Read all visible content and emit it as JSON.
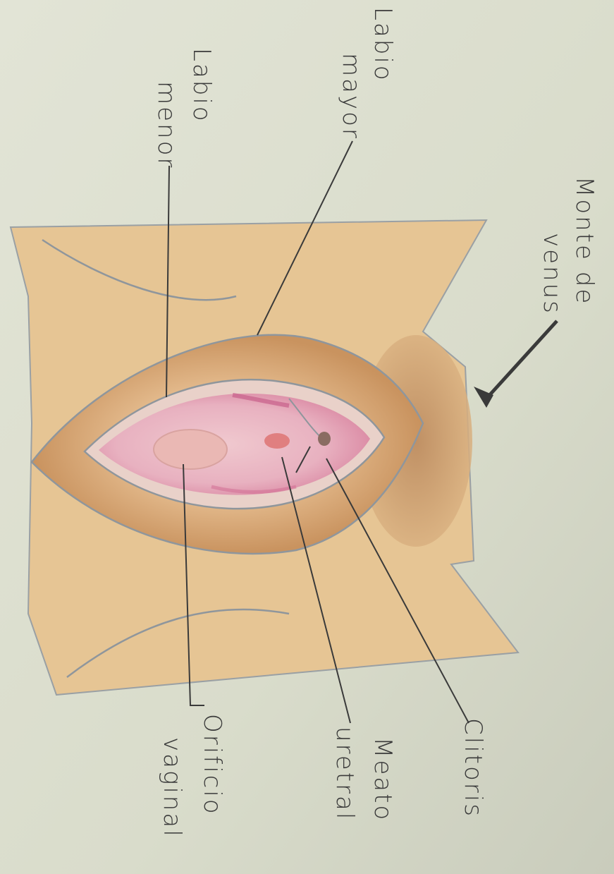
{
  "colors": {
    "paper": "#dcdfcf",
    "skin": "#e7c797",
    "skin_dark": "#c99663",
    "hair": "#c9935f",
    "mucosa": "#e9b6c0",
    "mucosa_dark": "#d9889e",
    "outline": "#8f969c",
    "ink": "#3a3a3a"
  },
  "labels": {
    "monte": "Monte de",
    "venus": "venus",
    "labio_mayor_1": "Labio",
    "labio_mayor_2": "mayor",
    "labio_menor_1": "Labio",
    "labio_menor_2": "menor",
    "clitoris": "Clitoris",
    "meato_1": "Meato",
    "meato_2": "uretral",
    "orificio_1": "Orificio",
    "orificio_2": "vaginal"
  }
}
